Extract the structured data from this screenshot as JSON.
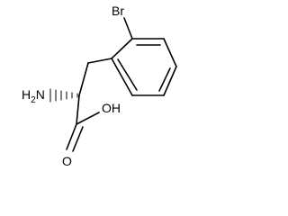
{
  "molecule": {
    "labels": {
      "bromine": "Br",
      "hydroxyl": "OH",
      "carbonyl_oxygen": "O",
      "amine_h": "H",
      "amine_sub": "2",
      "amine_n": "N"
    }
  },
  "colors": {
    "bond": "#000000",
    "background": "#ffffff"
  }
}
